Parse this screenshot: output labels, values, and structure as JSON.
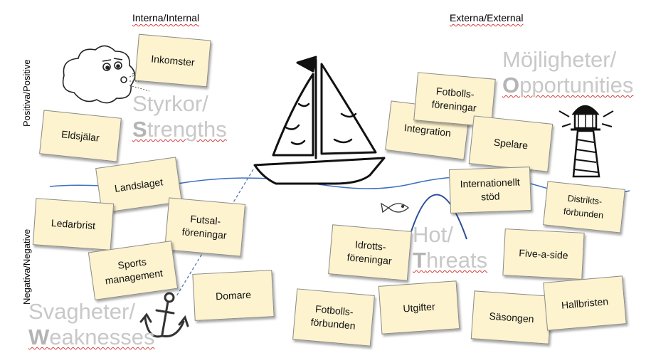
{
  "headers": {
    "internal": "Interna/Internal",
    "external": "Externa/External",
    "positive": "Positiva/Positive",
    "negative": "Negativa/Negative"
  },
  "quadrants": {
    "strengths_line1": "Styrkor/",
    "strengths_first": "S",
    "strengths_rest": "trengths",
    "weaknesses_line1": "Svagheter/",
    "weaknesses_first": "W",
    "weaknesses_rest": "eaknesses",
    "opportunities_line1": "Möjligheter/",
    "opportunities_first": "O",
    "opportunities_rest": "pportunities",
    "threats_line1": "Hot/",
    "threats_first": "T",
    "threats_rest": "hreats"
  },
  "notes": {
    "inkomster": "Inkomster",
    "eldsjalar": "Eldsjälar",
    "landslaget": "Landslaget",
    "ledarbrist": "Ledarbrist",
    "futsal_1": "Futsal-",
    "futsal_2": "föreningar",
    "sports_1": "Sports",
    "sports_2": "management",
    "domare": "Domare",
    "fotbollsforeningar_1": "Fotbolls-",
    "fotbollsforeningar_2": "föreningar",
    "integration": "Integration",
    "spelare": "Spelare",
    "internationellt_1": "Internationellt",
    "internationellt_2": "stöd",
    "distrikts_1": "Distrikts-",
    "distrikts_2": "förbunden",
    "idrotts_1": "Idrotts-",
    "idrotts_2": "föreningar",
    "five_a_side": "Five-a-side",
    "utgifter": "Utgifter",
    "fotbollsforbunden_1": "Fotbolls-",
    "fotbollsforbunden_2": "förbunden",
    "sasongen": "Säsongen",
    "hallbristen": "Hallbristen"
  }
}
